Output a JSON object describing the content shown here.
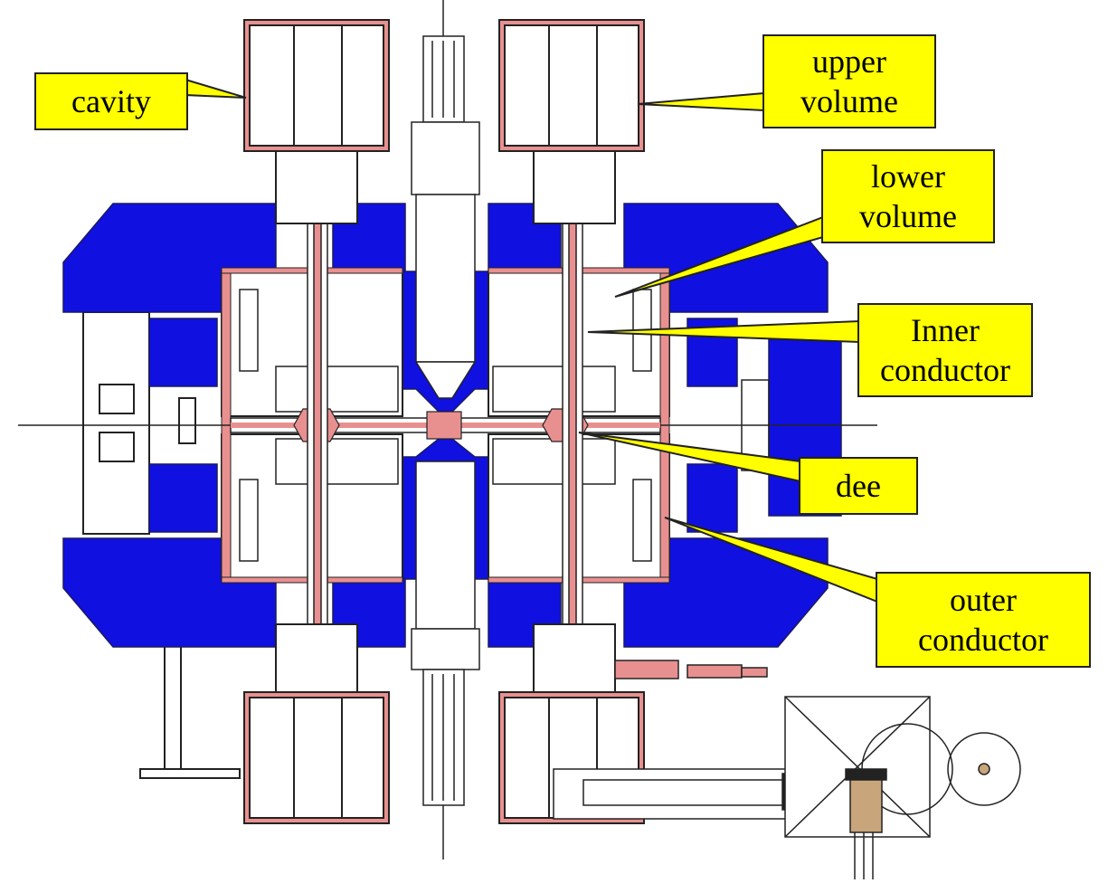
{
  "colors": {
    "yoke": "#1010e0",
    "copper": "#e89090",
    "callout_fill": "#ffff00",
    "line": "#222222",
    "background": "#ffffff",
    "inner": "#ffffff",
    "fitting": "#c8a57a"
  },
  "labels": {
    "cavity": [
      "cavity"
    ],
    "upper_volume": [
      "upper",
      "volume"
    ],
    "lower_volume": [
      "lower",
      "volume"
    ],
    "inner_conductor": [
      "Inner",
      "conductor"
    ],
    "dee": [
      "dee"
    ],
    "outer_conductor": [
      "outer",
      "conductor"
    ]
  }
}
